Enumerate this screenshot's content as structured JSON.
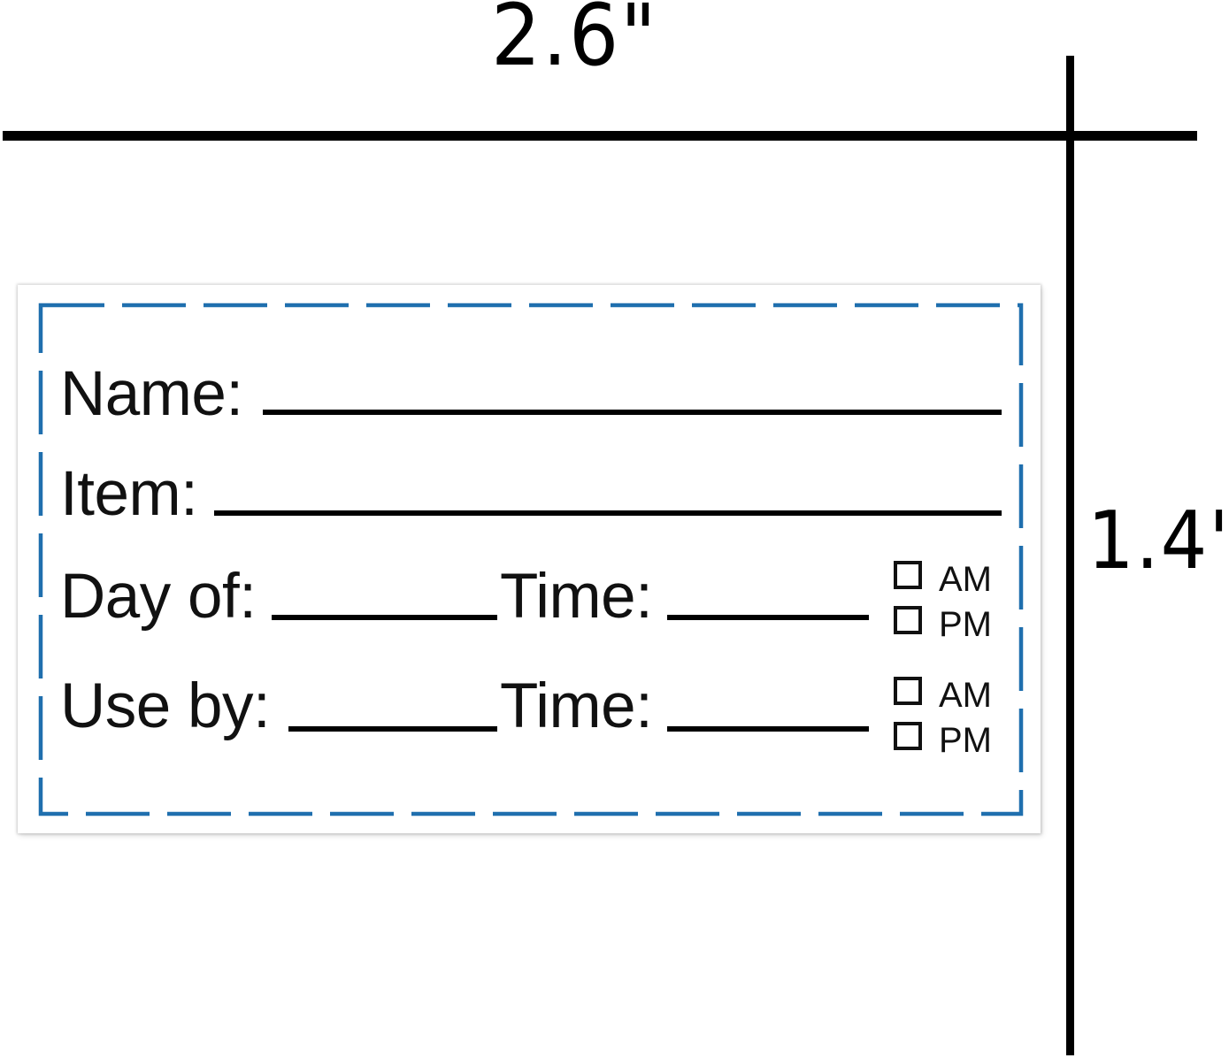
{
  "dimensions": {
    "width": "2.6\"",
    "height": "1.4\""
  },
  "label": {
    "border_color": "#1f6fae",
    "fields": {
      "name": "Name:",
      "item": "Item:",
      "day_of": "Day of:",
      "time_1": "Time:",
      "use_by": "Use by:",
      "time_2": "Time:"
    },
    "checkbox_options": {
      "am_1": "AM",
      "pm_1": "PM",
      "am_2": "AM",
      "pm_2": "PM"
    }
  }
}
